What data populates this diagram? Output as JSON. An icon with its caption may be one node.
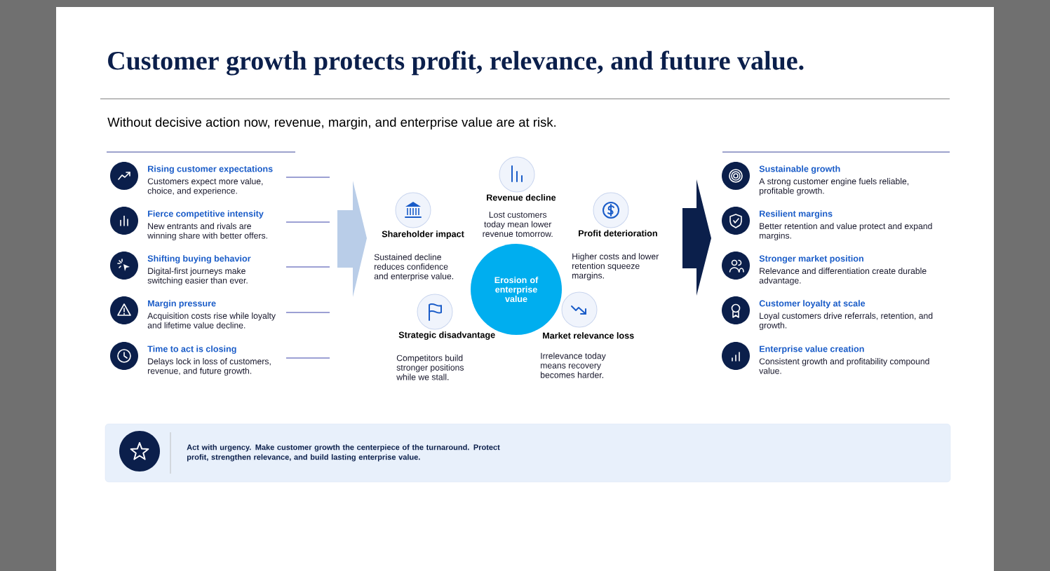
{
  "diagram": {
    "title": "Customer growth protects profit, relevance, and future value.",
    "nodes": [
      {
        "text": [
          "Rising customer expectations",
          "Customers expect more value, choice, and experience."
        ]
      },
      {
        "text": [
          "Fierce competitive intensity",
          "New entrants and rivals are winning share with better offers."
        ]
      },
      {
        "text": [
          "Shifting buying behavior",
          "Digital-first journeys make switching easier than ever."
        ]
      },
      {
        "text": [
          "Margin pressure",
          "Acquisition costs rise while loyalty and lifetime value decline."
        ]
      },
      {
        "text": [
          "Time to act is closing",
          "Delays lock in loss of customers, revenue, and future growth."
        ]
      },
      {
        "text": [
          "Revenue decline",
          "Lost customers today mean lower revenue tomorrow."
        ]
      },
      {
        "text": [
          "Shareholder impact",
          "Sustained decline reduces confidence and enterprise value."
        ]
      },
      {
        "text": [
          "Profit deterioration",
          "Higher costs and lower retention squeeze margins."
        ]
      },
      {
        "text": [
          "Erosion of enterprise value"
        ]
      },
      {
        "text": [
          "Strategic disadvantage",
          "Competitors build stronger positions while we stall."
        ]
      },
      {
        "text": [
          "Market relevance loss",
          "Irrelevance today means recovery becomes harder."
        ]
      },
      {
        "text": [
          "Sustainable growth",
          "A strong customer engine fuels reliable, profitable growth."
        ]
      },
      {
        "text": [
          "Resilient margins",
          "Better retention and value protect and expand margins."
        ]
      },
      {
        "text": [
          "Stronger market position",
          "Relevance and differentiation create durable advantage."
        ]
      },
      {
        "text": [
          "Customer loyalty at scale",
          "Loyal customers drive referrals, retention, and growth."
        ]
      },
      {
        "text": [
          "Enterprise value creation",
          "Consistent growth and profitability compound value."
        ]
      },
      {
        "text": [
          "Act with urgency. Make customer growth the centerpiece of the turnaround. Protect profit, strengthen relevance, and build lasting enterprise value."
        ]
      }
    ],
    "labels": [
      "Without decisive action now, revenue, margin, and enterprise value are at risk."
    ]
  }
}
